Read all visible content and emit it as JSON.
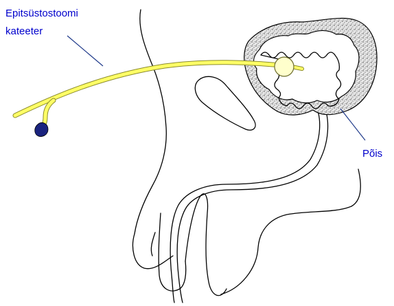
{
  "labels": {
    "catheter_line1": "Epitsüstostoomi",
    "catheter_line2": "kateeter",
    "bladder": "Põis"
  },
  "colors": {
    "label_text": "#0000cc",
    "leader_line": "#1f3a8a",
    "catheter_fill": "#ffff66",
    "catheter_edge": "#8a8a2a",
    "connector_cap": "#1a237e",
    "balloon_fill": "#ffffcc",
    "bladder_wall_texture": "#cfcfcf",
    "outline": "#000000"
  }
}
